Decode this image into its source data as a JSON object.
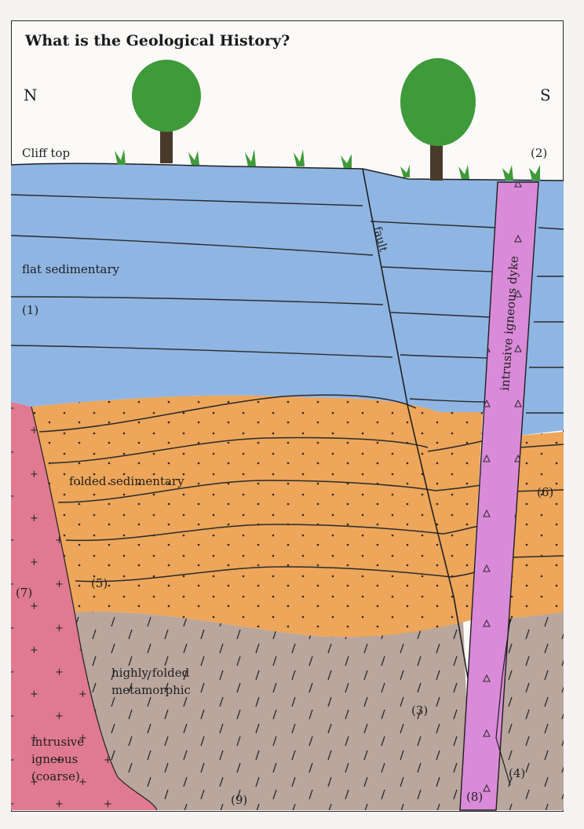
{
  "title": "What is the Geological History?",
  "compass": {
    "north": "N",
    "south": "S"
  },
  "labels": {
    "cliff_top": "Cliff top",
    "flat_sedimentary": "flat sedimentary",
    "folded_sedimentary": "folded sedimentary",
    "metamorphic_line1": "highly folded",
    "metamorphic_line2": "metamorphic",
    "intrusive_line1": "intrusive",
    "intrusive_line2": "igneous",
    "intrusive_line3": "(coarse)",
    "fault": "fault",
    "dyke": "intrusive igneous dyke"
  },
  "numbers": {
    "n1": "(1)",
    "n2": "(2)",
    "n3": "(3)",
    "n4": "(4)",
    "n5": "(5)",
    "n6": "(6)",
    "n7": "(7)",
    "n8": "(8)",
    "n9": "(9)"
  },
  "colors": {
    "flat_sedimentary": "#8fb5e3",
    "folded_sedimentary": "#eda65a",
    "metamorphic": "#b7a39a",
    "intrusive_igneous": "#e07a90",
    "dyke": "#d98ad8",
    "tree_foliage": "#3f9a3a",
    "tree_trunk": "#4a3a2a"
  }
}
